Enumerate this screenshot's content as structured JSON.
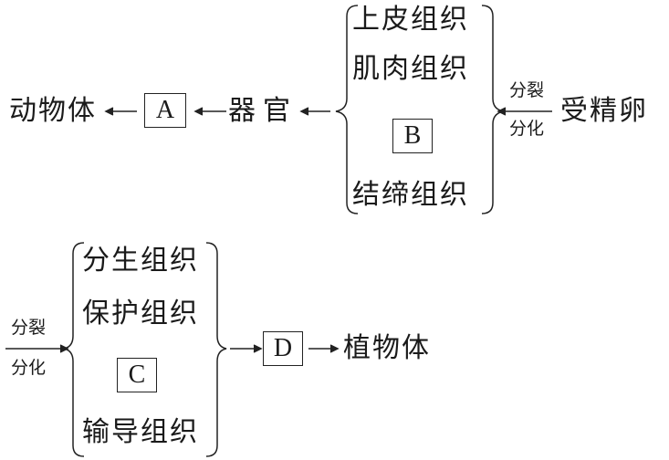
{
  "animal": {
    "organism": "动物体",
    "box_a": "A",
    "organ": "器官",
    "tissues": [
      "上皮组织",
      "肌肉组织",
      "结缔组织"
    ],
    "box_b": "B",
    "process_top": "分裂",
    "process_bottom": "分化",
    "origin": "受精卵"
  },
  "plant": {
    "process_top": "分裂",
    "process_bottom": "分化",
    "tissues": [
      "分生组织",
      "保护组织",
      "输导组织"
    ],
    "box_c": "C",
    "box_d": "D",
    "organism": "植物体"
  }
}
